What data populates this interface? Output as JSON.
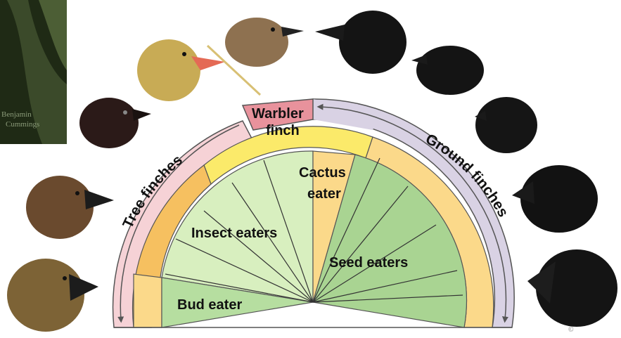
{
  "colors": {
    "tree_band": "#f6d2d6",
    "ground_band": "#d9d2e4",
    "warbler_band": "#e8929c",
    "yellow_band": "#fbea6a",
    "orange_band": "#fbd98a",
    "deep_orange": "#f6c060",
    "insect_wedge": "#d8efbf",
    "bud_wedge": "#b6dea0",
    "seed_wedge": "#a9d492",
    "cactus_wedge": "#fbd98a"
  },
  "groups": {
    "tree": "Tree finches",
    "warbler_line1": "Warbler",
    "warbler_line2": "finch",
    "ground": "Ground finches"
  },
  "wedges": {
    "cactus_line1": "Cactus",
    "cactus_line2": "eater",
    "insect": "Insect eaters",
    "seed": "Seed eaters",
    "bud": "Bud eater"
  },
  "photo": {
    "caption_line1": "Benjamin",
    "caption_line2": "Cummings"
  },
  "heads": {
    "tree_side": [
      "dark-small-beak-finch",
      "brown-medium-beak-finch",
      "brown-large-beak-finch"
    ],
    "top": [
      "yellow-warbler-finch-with-twig",
      "brown-warbler-finch"
    ],
    "ground_side": [
      "black-ground-finch-1",
      "black-ground-finch-2",
      "black-ground-finch-3",
      "black-ground-finch-4",
      "black-large-beak-ground-finch"
    ]
  },
  "corner_mark": "©"
}
